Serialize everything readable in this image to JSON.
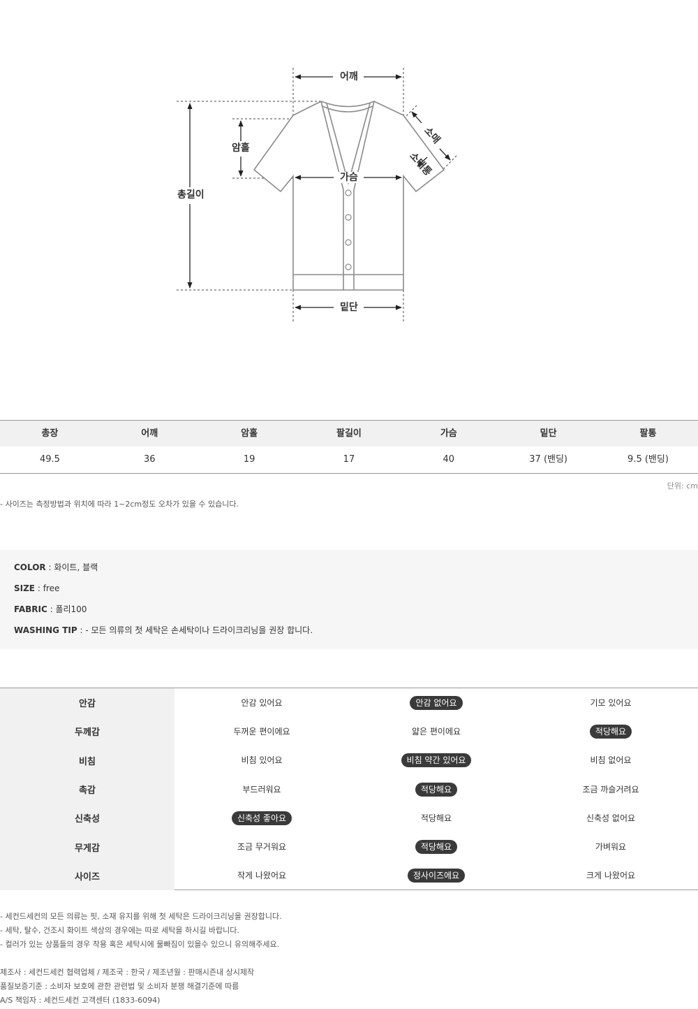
{
  "diagram": {
    "shoulder": "어깨",
    "armhole": "암홀",
    "total_length": "총길이",
    "chest": "가슴",
    "sleeve": "소매",
    "sleeve_width": "소매통",
    "hem": "밑단"
  },
  "size_table": {
    "headers": [
      "총장",
      "어깨",
      "암홀",
      "팔길이",
      "가슴",
      "밑단",
      "팔통"
    ],
    "values": [
      "49.5",
      "36",
      "19",
      "17",
      "40",
      "37 (밴딩)",
      "9.5 (밴딩)"
    ],
    "unit": "단위: cm",
    "note": "- 사이즈는 측정방법과 위치에 따라 1~2cm정도 오차가 있을 수 있습니다."
  },
  "info": {
    "color_label": "COLOR",
    "color_value": " : 화이트, 블랙",
    "size_label": "SIZE",
    "size_value": " : free",
    "fabric_label": "FABRIC",
    "fabric_value": " : 폴리100",
    "washing_label": "WASHING TIP",
    "washing_value": " : - 모든 의류의 첫 세탁은 손세탁이나 드라이크리닝을 권장 합니다."
  },
  "feel": [
    {
      "name": "안감",
      "options": [
        "안감 있어요",
        "안감 없어요",
        "기모 있어요"
      ],
      "selected": 1
    },
    {
      "name": "두께감",
      "options": [
        "두꺼운 편이에요",
        "얇은 편이에요",
        "적당해요"
      ],
      "selected": 2
    },
    {
      "name": "비침",
      "options": [
        "비침 있어요",
        "비침 약간 있어요",
        "비침 없어요"
      ],
      "selected": 1
    },
    {
      "name": "촉감",
      "options": [
        "부드러워요",
        "적당해요",
        "조금 까슬거려요"
      ],
      "selected": 1
    },
    {
      "name": "신축성",
      "options": [
        "신축성 좋아요",
        "적당해요",
        "신축성 없어요"
      ],
      "selected": 0
    },
    {
      "name": "무게감",
      "options": [
        "조금 무거워요",
        "적당해요",
        "가벼워요"
      ],
      "selected": 1
    },
    {
      "name": "사이즈",
      "options": [
        "작게 나왔어요",
        "정사이즈에요",
        "크게 나왔어요"
      ],
      "selected": 1
    }
  ],
  "notes": [
    "- 세컨드세컨의 모든 의류는 핏, 소재 유지를 위해 첫 세탁은 드라이크리닝을 권장합니다.",
    "- 세탁, 탈수, 건조시 화이트 색상의 경우에는 따로 세탁을 하시길 바랍니다.",
    "- 컬러가 있는 상품들의 경우 착용 혹은 세탁시에 물빠짐이 있을수 있으니 유의해주세요."
  ],
  "maker": [
    "제조사 : 세컨드세컨 협력업체 / 제조국 : 한국 / 제조년월 : 판매시즌내 상시제작",
    "품질보증기준 : 소비자 보호에 관한 관련법 및 소비자 분쟁 해결기준에 따름",
    "A/S 책임자 : 세컨드세컨 고객센터 (1833-6094)"
  ]
}
